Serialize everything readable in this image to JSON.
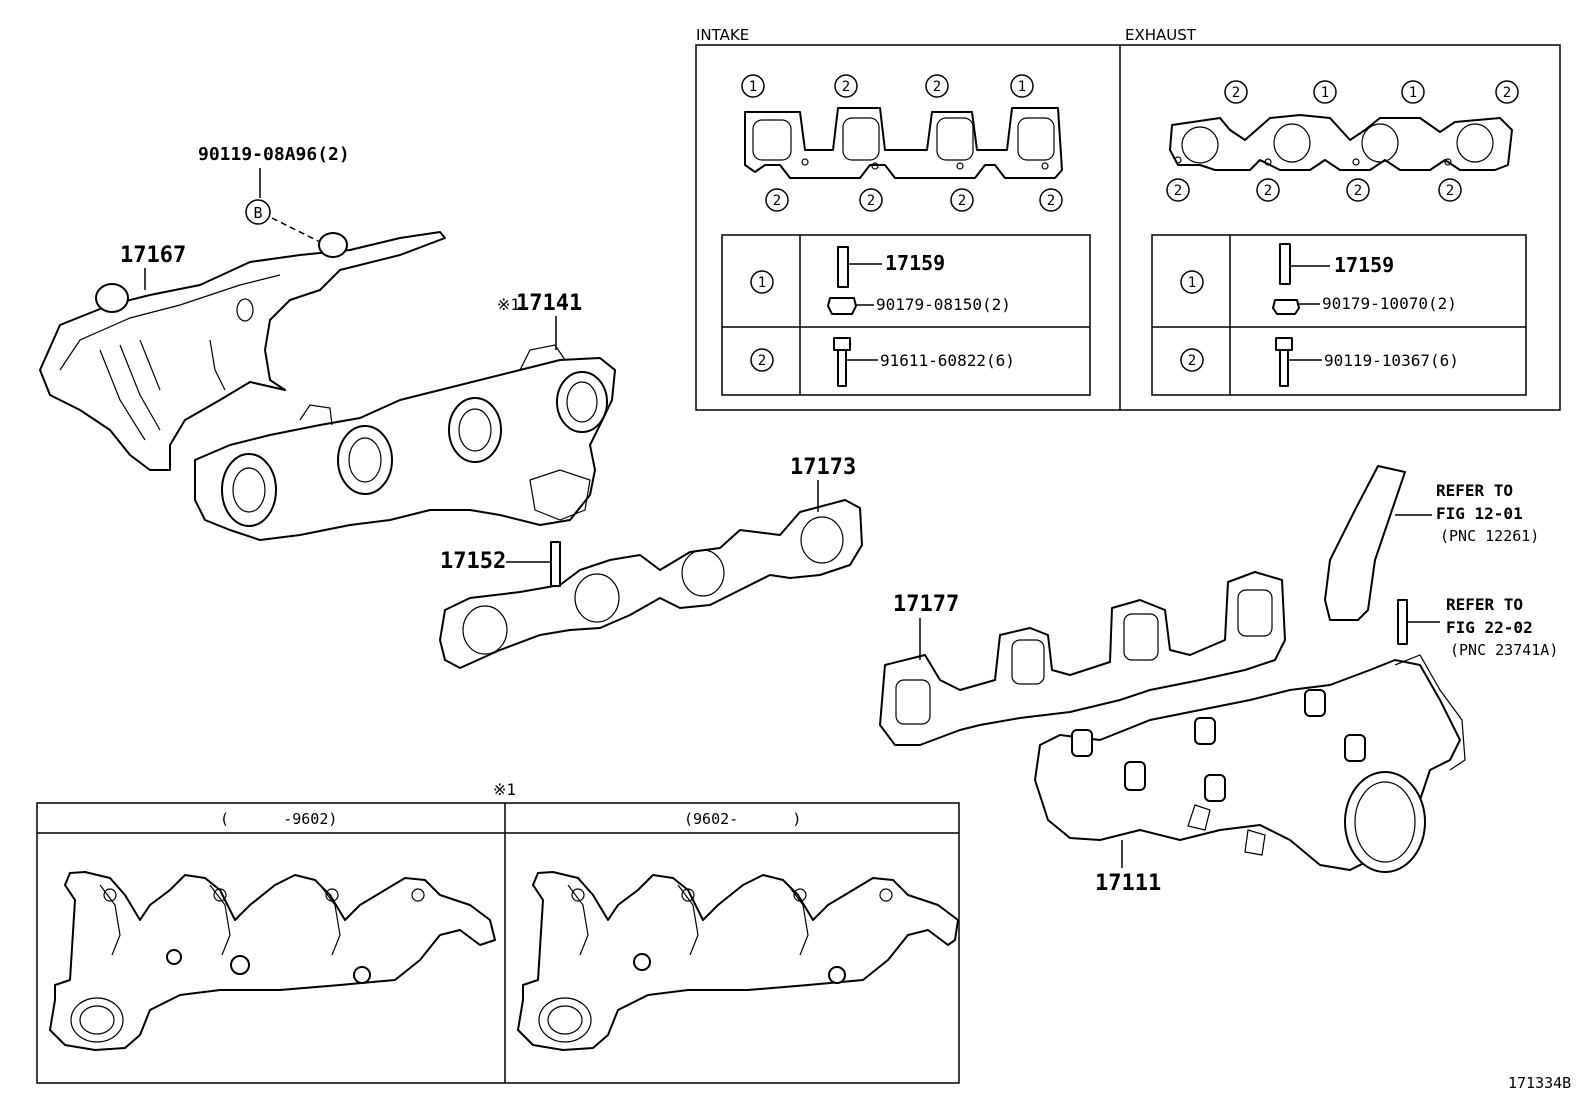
{
  "intake_header": "INTAKE",
  "exhaust_header": "EXHAUST",
  "labels": {
    "p17167": "17167",
    "p90119_08a96": "90119-08A96(2)",
    "b_marker": "B",
    "p17141": "17141",
    "p17141_mark": "※1",
    "p17173": "17173",
    "p17152": "17152",
    "p17177": "17177",
    "p17111": "17111",
    "refer1_a": "REFER TO",
    "refer1_b": "FIG 12-01",
    "refer1_c": "(PNC 12261)",
    "refer2_a": "REFER TO",
    "refer2_b": "FIG 22-02",
    "refer2_c": "(PNC 23741A)",
    "footnote_mark": "※1",
    "left_period": "(      -9602)",
    "right_period": "(9602-      )",
    "drawing_code": "171334B"
  },
  "intake_table": {
    "row1_ref": "1",
    "row1_part": "17159",
    "row1_nut": "90179-08150(2)",
    "row2_ref": "2",
    "row2_bolt": "91611-60822(6)"
  },
  "exhaust_table": {
    "row1_ref": "1",
    "row1_part": "17159",
    "row1_nut": "90179-10070(2)",
    "row2_ref": "2",
    "row2_bolt": "90119-10367(6)"
  },
  "intake_gasket_top": [
    "1",
    "2",
    "2",
    "1"
  ],
  "intake_gasket_bottom": [
    "2",
    "2",
    "2",
    "2"
  ],
  "exhaust_gasket_top": [
    "2",
    "1",
    "1",
    "2"
  ],
  "exhaust_gasket_bottom": [
    "2",
    "2",
    "2",
    "2"
  ]
}
